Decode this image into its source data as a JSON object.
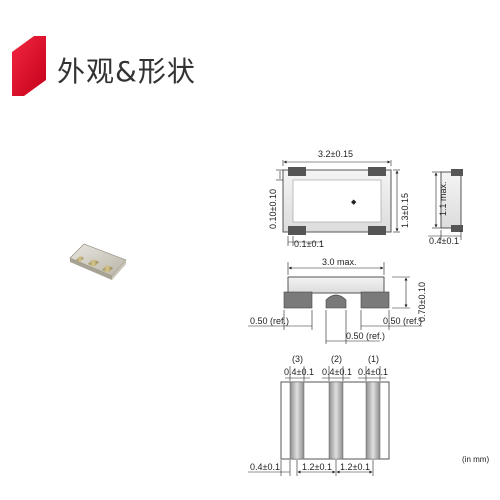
{
  "header": {
    "title": "外观&形状",
    "accent_color": "#e30b2a"
  },
  "drawing": {
    "top_view": {
      "width": "3.2±0.15",
      "height": "1.3±0.15",
      "pad_inset": "0.10±0.10",
      "pad_offset": "0.1±0.1",
      "side_height": "1.1 max.",
      "side_width": "0.4±0.1"
    },
    "front_view": {
      "length": "3.0 max.",
      "height": "0.70±0.10",
      "left_ref": "0.50 (ref.)",
      "right_ref": "0.50 (ref.)",
      "center_ref": "0.50 (ref.)"
    },
    "bottom_view": {
      "pin3": "(3)",
      "pin2": "(2)",
      "pin1": "(1)",
      "pad3_width": "0.4±0.1",
      "pad2_width": "0.4±0.1",
      "pad1_width": "0.4±0.1",
      "edge": "0.4±0.1",
      "pitch_left": "1.2±0.1",
      "pitch_right": "1.2±0.1"
    },
    "units": "(in mm)"
  }
}
